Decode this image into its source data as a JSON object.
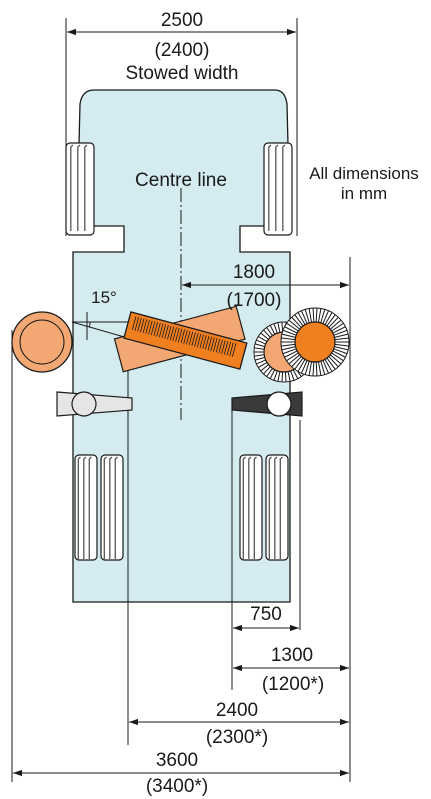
{
  "labels": {
    "top_width": "2500",
    "top_width_alt": "(2400)",
    "stowed_width": "Stowed width",
    "centre_line": "Centre line",
    "units_line1": "All dimensions",
    "units_line2": "in mm",
    "angle": "15°",
    "offset_1800": "1800",
    "offset_1700": "(1700)",
    "dim_750": "750",
    "dim_1300": "1300",
    "dim_1200": "(1200*)",
    "dim_2400": "2400",
    "dim_2300": "(2300*)",
    "dim_3600": "3600",
    "dim_3400": "(3400*)"
  },
  "colors": {
    "body_fill": "#d4ecf0",
    "outline": "#1a1a1a",
    "brush_orange": "#f07f1f",
    "brush_light_orange": "#f3a873",
    "disc_grey": "#cfcfcf",
    "dark_grey": "#3a3a3a",
    "tyre": "#555555"
  }
}
